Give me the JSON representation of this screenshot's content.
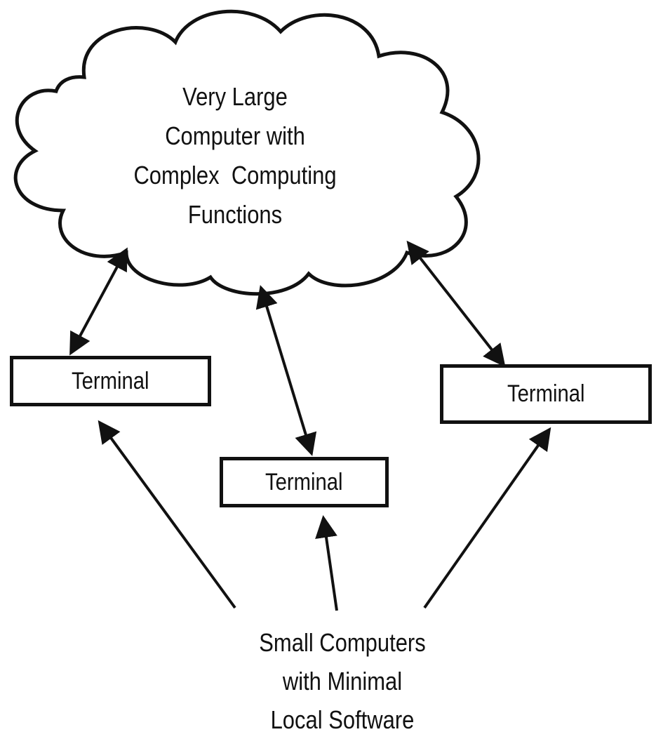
{
  "cloud": {
    "lines": [
      "Very Large",
      "Computer with",
      "Complex  Computing",
      "Functions"
    ]
  },
  "terminals": [
    "Terminal",
    "Terminal",
    "Terminal"
  ],
  "bottom": {
    "lines": [
      "Small Computers",
      "with Minimal",
      "Local Software"
    ]
  }
}
